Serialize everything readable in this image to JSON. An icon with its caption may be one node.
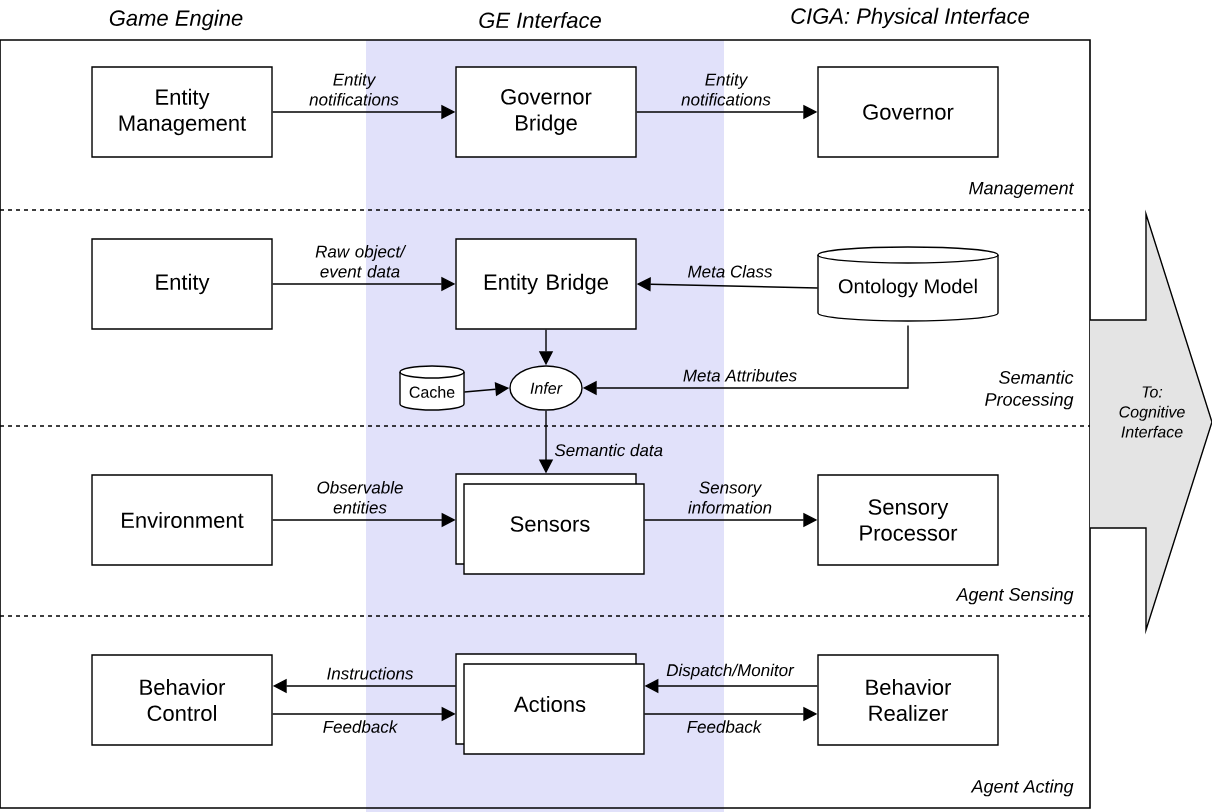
{
  "diagram": {
    "nodes": [
      {
        "text": [
          "Entity Management"
        ]
      },
      {
        "text": [
          "Governor Bridge"
        ]
      },
      {
        "text": [
          "Governor"
        ]
      },
      {
        "text": [
          "Entity"
        ]
      },
      {
        "text": [
          "Entity Bridge"
        ]
      },
      {
        "text": [
          "Ontology Model"
        ]
      },
      {
        "text": [
          "Cache"
        ]
      },
      {
        "text": [
          "Infer"
        ]
      },
      {
        "text": [
          "Environment"
        ]
      },
      {
        "text": [
          "Sensors"
        ]
      },
      {
        "text": [
          "Sensory Processor"
        ]
      },
      {
        "text": [
          "Behavior Control"
        ]
      },
      {
        "text": [
          "Actions"
        ]
      },
      {
        "text": [
          "Behavior Realizer"
        ]
      },
      {
        "text": [
          "To: Cognitive Interface"
        ]
      }
    ],
    "edges": [
      {
        "from": 0,
        "to": 1,
        "arrow": "to",
        "label": "Entity notifications"
      },
      {
        "from": 1,
        "to": 2,
        "arrow": "to",
        "label": "Entity notifications"
      },
      {
        "from": 3,
        "to": 4,
        "arrow": "to",
        "label": "Raw object/ event data"
      },
      {
        "from": 5,
        "to": 4,
        "arrow": "to",
        "label": "Meta Class"
      },
      {
        "from": 4,
        "to": 7,
        "arrow": "to"
      },
      {
        "from": 6,
        "to": 7,
        "arrow": "to"
      },
      {
        "from": 5,
        "to": 7,
        "arrow": "to",
        "label": "Meta Attributes"
      },
      {
        "from": 7,
        "to": 9,
        "arrow": "to",
        "label": "Semantic data"
      },
      {
        "from": 8,
        "to": 9,
        "arrow": "to",
        "label": "Observable entities"
      },
      {
        "from": 9,
        "to": 10,
        "arrow": "to",
        "label": "Sensory information"
      },
      {
        "from": 12,
        "to": 11,
        "arrow": "to",
        "label": "Instructions"
      },
      {
        "from": 11,
        "to": 12,
        "arrow": "to",
        "label": "Feedback"
      },
      {
        "from": 13,
        "to": 12,
        "arrow": "to",
        "label": "Dispatch/Monitor"
      },
      {
        "from": 12,
        "to": 13,
        "arrow": "to",
        "label": "Feedback"
      }
    ],
    "labels": [
      "Game Engine",
      "GE Interface",
      "CIGA: Physical Interface",
      "Management",
      "Semantic Processing",
      "Agent Sensing",
      "Agent Acting"
    ]
  }
}
